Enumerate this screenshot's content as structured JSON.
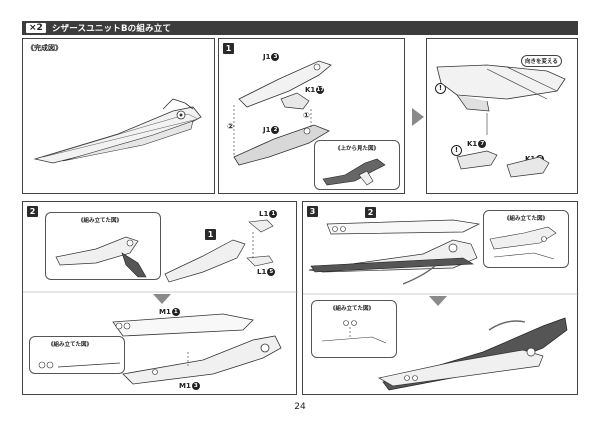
{
  "header": {
    "multiplier": "×2",
    "title": "シザースユニットBの組み立て"
  },
  "completed": {
    "label": "《完成図》"
  },
  "step1": {
    "number": "1",
    "part_j1_top": "J1",
    "part_j1_top_num": "3",
    "part_k1": "K1",
    "part_k1_num": "17",
    "part_j1_bottom": "J1",
    "part_j1_bottom_num": "2",
    "callout_1": "①",
    "callout_2": "②",
    "top_view_label": "《上から見た図》"
  },
  "step1b": {
    "direction_label": "向きを変える",
    "part_k1_a": "K1",
    "part_k1_a_num": "7",
    "part_k1_b": "K1",
    "part_k1_b_num": "8",
    "warn_mark": "!"
  },
  "step2": {
    "number": "2",
    "assembled_label": "《組み立てた図》",
    "ref_step": "1",
    "part_l1_top": "L1",
    "part_l1_top_num": "1",
    "part_l1_bottom": "L1",
    "part_l1_bottom_num": "5",
    "part_m1_top": "M1",
    "part_m1_top_num": "1",
    "part_m1_bottom": "M1",
    "part_m1_bottom_num": "3",
    "assembled_label_2": "《組み立てた図》"
  },
  "step3": {
    "number": "3",
    "ref_step": "2",
    "assembled_label": "《組み立てた図》",
    "assembled_label_2": "《組み立てた図》"
  },
  "page": {
    "number": "24"
  }
}
